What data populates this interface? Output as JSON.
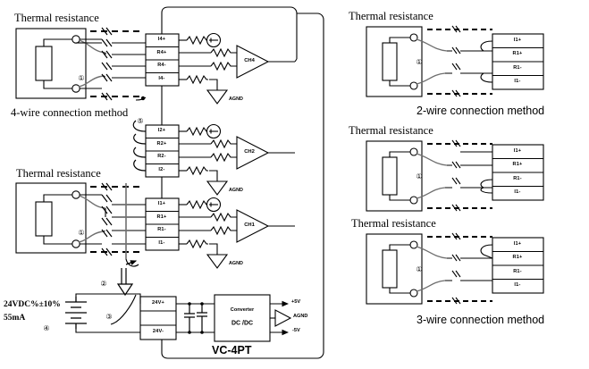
{
  "diagram": {
    "module_name": "VC-4PT",
    "captions": {
      "four_wire": "4-wire connection method",
      "two_wire": "2-wire connection method",
      "three_wire": "3-wire connection method"
    },
    "thermal_resistance_label": "Thermal resistance",
    "power": {
      "voltage": "24VDC%±10%",
      "current": "55mA",
      "terminal_plus": "24V+",
      "terminal_minus": "24V-",
      "converter_line1": "Converter",
      "converter_line2": "DC /DC",
      "rail_pos": "+5V",
      "rail_gnd": "AGND",
      "rail_neg": "-5V"
    },
    "ground_label": "AGND",
    "markers": {
      "m1": "①",
      "m2": "②",
      "m3": "③",
      "m4": "④",
      "m5": "⑤"
    },
    "channels": [
      {
        "name": "CH4",
        "terminals": [
          "I4+",
          "R4+",
          "R4-",
          "I4-"
        ],
        "ground": "AGND"
      },
      {
        "name": "CH2",
        "terminals": [
          "I2+",
          "R2+",
          "R2-",
          "I2-"
        ],
        "ground": "AGND"
      },
      {
        "name": "CH1",
        "terminals": [
          "I1+",
          "R1+",
          "R1-",
          "I1-"
        ],
        "ground": "AGND"
      }
    ],
    "right_panels": [
      {
        "id": "two-wire",
        "title": "Thermal resistance",
        "terminals": [
          "I1+",
          "R1+",
          "R1-",
          "I1-"
        ],
        "marker": "①",
        "caption": "2-wire connection method"
      },
      {
        "id": "three-wire-a",
        "title": "Thermal resistance",
        "terminals": [
          "I1+",
          "R1+",
          "R1-",
          "I1-"
        ],
        "marker": "①",
        "caption": ""
      },
      {
        "id": "three-wire-b",
        "title": "Thermal resistance",
        "terminals": [
          "I1+",
          "R1+",
          "R1-",
          "I1-"
        ],
        "marker": "①",
        "caption": "3-wire connection method"
      }
    ],
    "colors": {
      "line": "#000000",
      "wire_gray": "#6f6f6f",
      "background": "#ffffff"
    }
  }
}
